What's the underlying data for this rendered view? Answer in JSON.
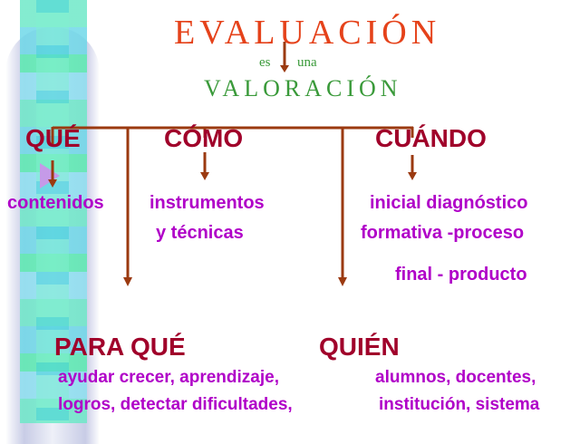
{
  "title": "EVALUACIÓN",
  "connector": {
    "left": "es",
    "right": "una"
  },
  "subtitle": "VALORACIÓN",
  "branches": {
    "que": {
      "heading": "QUÉ",
      "items": [
        "contenidos"
      ]
    },
    "como": {
      "heading": "CÓMO",
      "items": [
        "instrumentos",
        "y técnicas"
      ]
    },
    "cuando": {
      "heading": "CUÁNDO",
      "items": [
        "inicial diagnóstico",
        "formativa -proceso",
        "final - producto"
      ]
    },
    "para_que": {
      "heading": "PARA QUÉ",
      "items": [
        "ayudar crecer, aprendizaje,",
        "logros, detectar dificultades,"
      ]
    },
    "quien": {
      "heading": "QUIÉN",
      "items": [
        "alumnos, docentes,",
        "institución, sistema"
      ]
    }
  },
  "colors": {
    "title": "#e5421a",
    "subtitle": "#3a9a3a",
    "heading": "#a0002a",
    "item": "#b000c8",
    "line": "#9b3a10"
  }
}
